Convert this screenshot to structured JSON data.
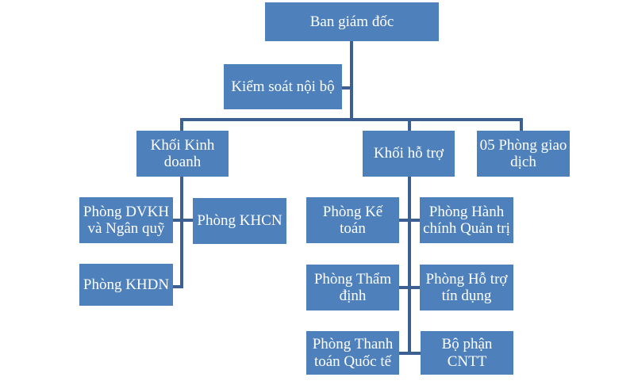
{
  "diagram": {
    "type": "org-chart",
    "nodes": {
      "ban_giam_doc": "Ban giám đốc",
      "kiem_soat_noi_bo": "Kiểm soát nội bộ",
      "khoi_kinh_doanh": "Khối Kinh doanh",
      "khoi_ho_tro": "Khối hỗ trợ",
      "phong_giao_dich": "05 Phòng giao dịch",
      "dvkh_ngan_quy": "Phòng DVKH và Ngân quỹ",
      "khcn": "Phòng KHCN",
      "khdn": "Phòng KHDN",
      "ke_toan": "Phòng Kế toán",
      "hanh_chinh_quan_tri": "Phòng Hành chính Quản trị",
      "tham_dinh": "Phòng Thẩm định",
      "ho_tro_tin_dung": "Phòng Hỗ trợ tín dụng",
      "thanh_toan_quoc_te": "Phòng Thanh toán Quốc tế",
      "bo_phan_cntt": "Bộ phận CNTT"
    },
    "hierarchy": {
      "root": "Ban giám đốc",
      "assistant_of_root": "Kiểm soát nội bộ",
      "children_of_root": [
        "Khối Kinh doanh",
        "Khối hỗ trợ",
        "05 Phòng giao dịch"
      ],
      "children_of_khoi_kinh_doanh": [
        "Phòng DVKH và Ngân quỹ",
        "Phòng KHCN",
        "Phòng KHDN"
      ],
      "children_of_khoi_ho_tro": [
        "Phòng Kế toán",
        "Phòng Hành chính Quản trị",
        "Phòng Thẩm định",
        "Phòng Hỗ trợ tín dụng",
        "Phòng Thanh toán Quốc tế",
        "Bộ phận CNTT"
      ]
    },
    "colors": {
      "box_fill": "#4e80bc",
      "connector": "#3c6091",
      "text": "#ffffff",
      "background": "#ffffff"
    }
  }
}
